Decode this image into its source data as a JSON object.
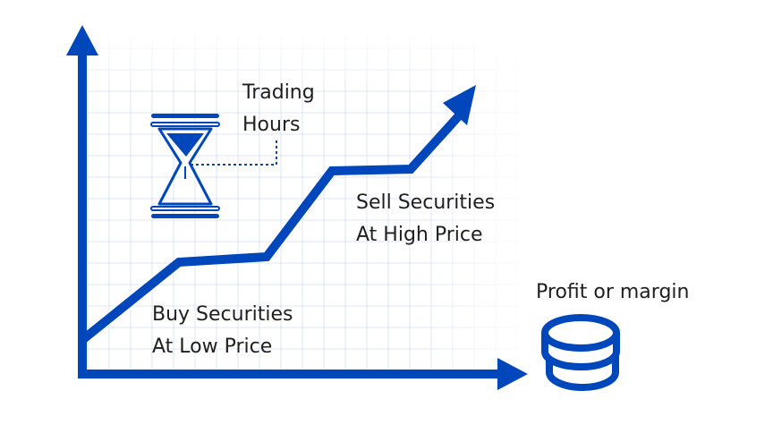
{
  "labels": {
    "trading_hours": [
      "Trading",
      "Hours"
    ],
    "sell": [
      "Sell Securities",
      "At High Price"
    ],
    "buy": [
      "Buy Securities",
      "At Low Price"
    ],
    "profit": "Profit or margin"
  },
  "icons": {
    "timer": "hourglass-icon",
    "money": "coin-stack-icon"
  },
  "colors": {
    "primary": "#0047bb",
    "grid": "#dde6f4",
    "text": "#1f1f1f"
  }
}
